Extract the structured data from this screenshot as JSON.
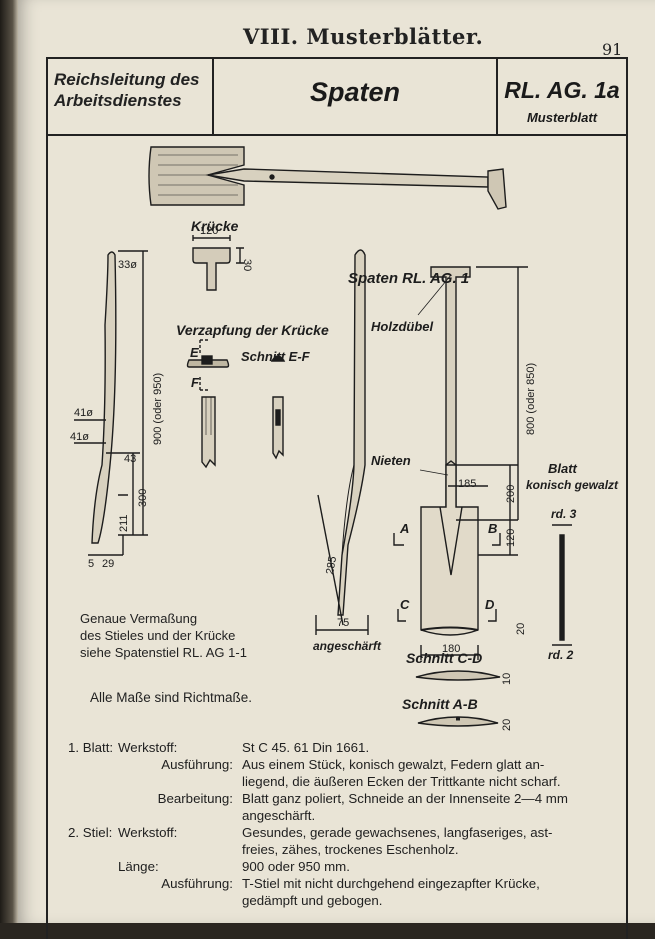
{
  "running_head": "VIII. Musterblätter.",
  "page_number": "91",
  "header": {
    "org_line1": "Reichsleitung des",
    "org_line2": "Arbeitsdienstes",
    "title": "Spaten",
    "code": "RL. AG. 1a",
    "code_sub": "Musterblatt"
  },
  "drawing": {
    "caption_main": "Spaten RL. AG. 1",
    "kruecke": "Krücke",
    "dim_120": "120",
    "dim_30": "30",
    "phi": "ø",
    "verzapfung": "Verzapfung der Krücke",
    "section_ef": "Schnitt E-F",
    "mark_e": "E",
    "mark_f": "F",
    "holzduebel": "Holzdübel",
    "nieten": "Nieten",
    "blatt": "Blatt",
    "konisch": "konisch gewalzt",
    "rd3": "rd. 3",
    "rd2": "rd. 2",
    "dim_33": "33",
    "dim_900": "900 (oder 950)",
    "dim_41a": "41",
    "dim_41b": "41",
    "dim_43": "43",
    "dim_300": "300",
    "dim_211": "211",
    "dim_5": "5",
    "dim_29": "29",
    "dim_285": "285",
    "dim_75": "75",
    "angeschaerft": "angeschärft",
    "dim_800": "800 (oder 850)",
    "dim_185": "185",
    "dim_200": "200",
    "dim_120b": "120",
    "dim_180": "180",
    "dim_20a": "20",
    "dim_10": "10",
    "dim_20b": "20",
    "mark_a": "A",
    "mark_b": "B",
    "mark_c": "C",
    "mark_d": "D",
    "section_cd": "Schnitt C-D",
    "section_ab": "Schnitt A-B"
  },
  "notes": {
    "line1": "Genaue Vermaßung",
    "line2": "des Stieles und der Krücke",
    "line3": "siehe Spatenstiel RL. AG 1-1",
    "measures": "Alle Maße sind Richtmaße."
  },
  "spec": {
    "blatt_num": "1. Blatt:",
    "werkstoff1_key": "Werkstoff:",
    "werkstoff1_val": "St C 45. 61 Din 1661.",
    "ausfuehrung1_key": "Ausführung:",
    "ausfuehrung1_l1": "Aus einem Stück, konisch gewalzt, Federn glatt an-",
    "ausfuehrung1_l2": "liegend, die äußeren Ecken der Trittkante nicht scharf.",
    "bearbeitung1_key": "Bearbeitung:",
    "bearbeitung1_l1": "Blatt ganz poliert, Schneide an der Innenseite 2—4 mm",
    "bearbeitung1_l2": "angeschärft.",
    "stiel_num": "2. Stiel:",
    "werkstoff2_key": "Werkstoff:",
    "werkstoff2_l1": "Gesundes, gerade gewachsenes, langfaseriges, ast-",
    "werkstoff2_l2": "freies, zähes, trockenes Eschenholz.",
    "laenge_key": "Länge:",
    "laenge_val": "900 oder 950 mm.",
    "ausfuehrung2_key": "Ausführung:",
    "ausfuehrung2_l1": "T-Stiel mit nicht durchgehend eingezapfter Krücke,",
    "ausfuehrung2_l2": "gedämpft und gebogen."
  }
}
